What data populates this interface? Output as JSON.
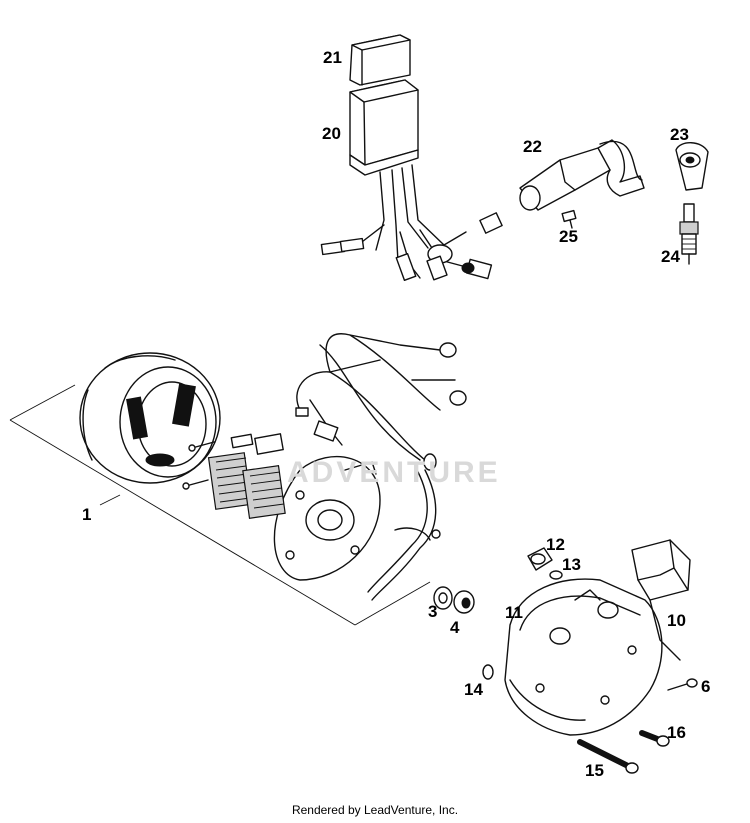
{
  "diagram": {
    "callouts": [
      {
        "id": "c21",
        "label": "21"
      },
      {
        "id": "c20",
        "label": "20"
      },
      {
        "id": "c22",
        "label": "22"
      },
      {
        "id": "c23",
        "label": "23"
      },
      {
        "id": "c25",
        "label": "25"
      },
      {
        "id": "c24",
        "label": "24"
      },
      {
        "id": "c1",
        "label": "1"
      },
      {
        "id": "c12",
        "label": "12"
      },
      {
        "id": "c13",
        "label": "13"
      },
      {
        "id": "c11",
        "label": "11"
      },
      {
        "id": "c10",
        "label": "10"
      },
      {
        "id": "c3",
        "label": "3"
      },
      {
        "id": "c4",
        "label": "4"
      },
      {
        "id": "c6",
        "label": "6"
      },
      {
        "id": "c14",
        "label": "14"
      },
      {
        "id": "c16",
        "label": "16"
      },
      {
        "id": "c15",
        "label": "15"
      }
    ],
    "watermark": "ADVENTURE",
    "footer": "Rendered by LeadVenture, Inc."
  }
}
